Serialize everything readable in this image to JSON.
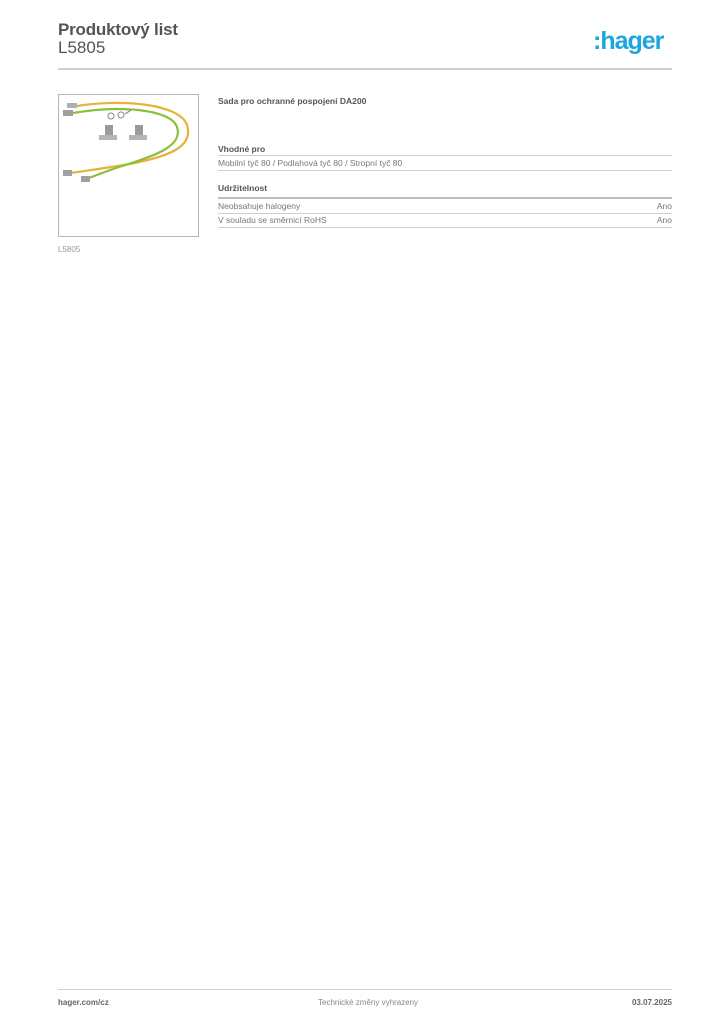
{
  "header": {
    "title": "Produktový list",
    "product_code": "L5805",
    "logo_text": ":hager",
    "logo_color": "#1aa7e0"
  },
  "product": {
    "image_alt": "Sada kabelů pro ochranné pospojení se svorkami (žlutozelené vodiče)",
    "image_caption": "L5805",
    "name": "Sada pro ochranné pospojení DA200"
  },
  "sections": [
    {
      "heading": "Vhodné pro",
      "rows": [
        {
          "label": "Mobilní tyč 80 / Podlahová tyč 80 / Stropní tyč 80",
          "value": ""
        }
      ]
    },
    {
      "heading": "Udržitelnost",
      "rows": [
        {
          "label": "Neobsahuje halogeny",
          "value": "Ano"
        },
        {
          "label": "V souladu se směrnicí RoHS",
          "value": "Ano"
        }
      ]
    }
  ],
  "footer": {
    "website": "hager.com/cz",
    "notice": "Technické změny vyhrazeny",
    "date": "03.07.2025"
  }
}
